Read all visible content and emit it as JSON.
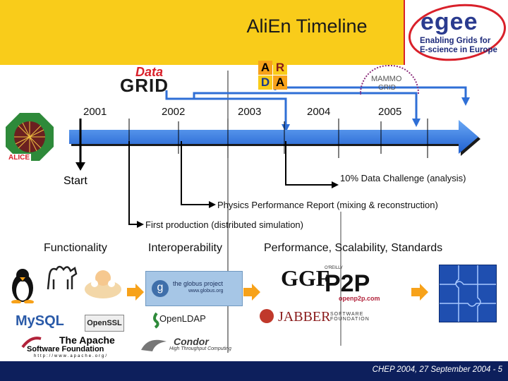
{
  "header": {
    "title": "AliEn Timeline",
    "logo_word": "egee",
    "logo_tagline_1": "Enabling Grids for",
    "logo_tagline_2": "E-science in Europe"
  },
  "project_logos": {
    "datagrid_top": "Data",
    "datagrid_bottom": "GRID",
    "arda": [
      "A",
      "R",
      "D",
      "A"
    ],
    "mammogrid_top": "MAMMO",
    "mammogrid_bottom": "GRID",
    "alice": "ALICE"
  },
  "timeline": {
    "years": [
      "2001",
      "2002",
      "2003",
      "2004",
      "2005"
    ]
  },
  "milestones": {
    "start": "Start",
    "challenge": "10% Data Challenge (analysis)",
    "physics_report": "Physics Performance Report (mixing & reconstruction)",
    "first_production": "First production (distributed simulation)"
  },
  "categories": {
    "functionality": "Functionality",
    "interoperability": "Interoperability",
    "performance": "Performance, Scalability, Standards"
  },
  "tech_logos": {
    "mysql": "MySQL",
    "openssl": "OpenSSL",
    "apache_1": "The Apache",
    "apache_2": "Software Foundation",
    "apache_url": "http://www.apache.org/",
    "globus": "the globus project",
    "globus_url": "www.globus.org",
    "openldap": "OpenLDAP",
    "condor": "Condor",
    "condor_sub": "High Throughput Computing",
    "ggf": "GGF",
    "oreilly": "O'REILLY",
    "p2p": "P2P",
    "p2p_url": "openp2p.com",
    "jabber": "JABBER",
    "jabber_sub": "SOFTWARE FOUNDATION"
  },
  "footer": {
    "text": "CHEP 2004, 27 September 2004 - 5"
  },
  "colors": {
    "header_band": "#f9cc1a",
    "timeline_blue": "#2f7ae0",
    "arrow_orange": "#f7a21a",
    "footer": "#0d1f5c"
  }
}
